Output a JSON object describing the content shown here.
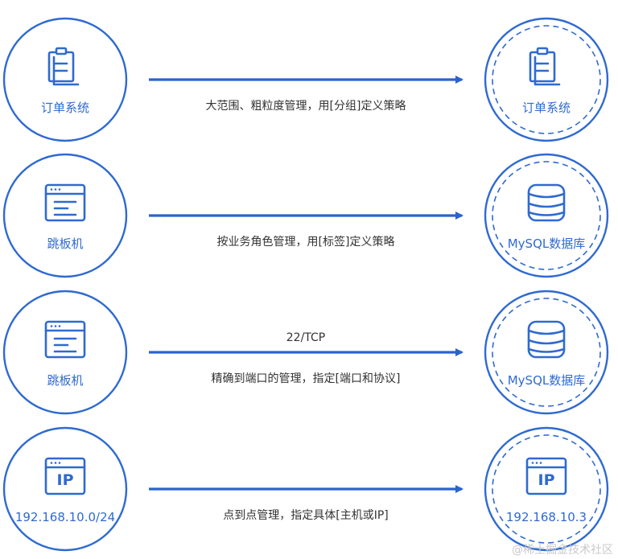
{
  "colors": {
    "accent": "#2f6ad0",
    "arrow": "#2b63cc",
    "text": "#333333"
  },
  "rows": [
    {
      "source": {
        "label": "订单系统",
        "icon": "clipboard-icon"
      },
      "edge": {
        "top_label": "",
        "label": "大范围、粗粒度管理，用[分组]定义策略"
      },
      "target": {
        "label": "订单系统",
        "icon": "clipboard-icon",
        "dashed": true
      }
    },
    {
      "source": {
        "label": "跳板机",
        "icon": "window-icon"
      },
      "edge": {
        "top_label": "",
        "label": "按业务角色管理，用[标签]定义策略"
      },
      "target": {
        "label": "MySQL数据库",
        "icon": "database-icon",
        "dashed": true
      }
    },
    {
      "source": {
        "label": "跳板机",
        "icon": "window-icon"
      },
      "edge": {
        "top_label": "22/TCP",
        "label": "精确到端口的管理，指定[端口和协议]"
      },
      "target": {
        "label": "MySQL数据库",
        "icon": "database-icon",
        "dashed": true
      }
    },
    {
      "source": {
        "label": "192.168.10.0/24",
        "icon": "ip-window-icon",
        "icon_text": "IP"
      },
      "edge": {
        "top_label": "",
        "label": "点到点管理，指定具体[主机或IP]"
      },
      "target": {
        "label": "192.168.10.3",
        "icon": "ip-window-icon",
        "icon_text": "IP",
        "dashed": true
      }
    }
  ],
  "watermark": "@稀土掘金技术社区"
}
